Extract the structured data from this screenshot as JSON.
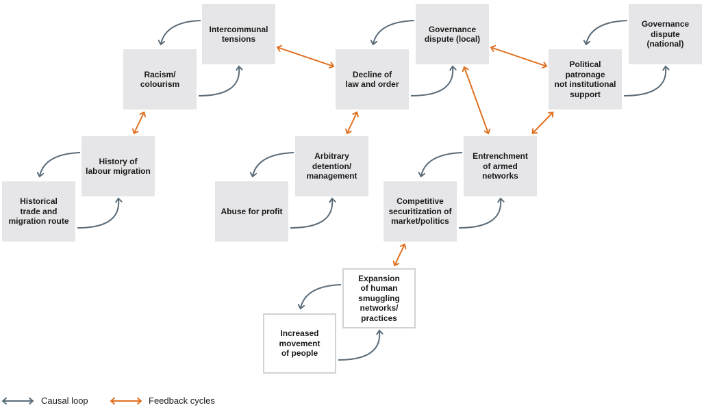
{
  "nodes": [
    {
      "id": "intercommunal",
      "label": "Intercommunal\ntensions",
      "style": "filled"
    },
    {
      "id": "racism",
      "label": "Racism/\ncolourism",
      "style": "filled"
    },
    {
      "id": "labour",
      "label": "History of\nlabour migration",
      "style": "filled"
    },
    {
      "id": "trade",
      "label": "Historical\ntrade and\nmigration route",
      "style": "filled"
    },
    {
      "id": "decline",
      "label": "Decline of\nlaw and order",
      "style": "filled"
    },
    {
      "id": "gov_local",
      "label": "Governance\ndispute (local)",
      "style": "filled"
    },
    {
      "id": "detention",
      "label": "Arbitrary\ndetention/\nmanagement",
      "style": "filled"
    },
    {
      "id": "abuse",
      "label": "Abuse for profit",
      "style": "filled"
    },
    {
      "id": "gov_national",
      "label": "Governance\ndispute\n(national)",
      "style": "filled"
    },
    {
      "id": "patronage",
      "label": "Political\npatronage\nnot institutional\nsupport",
      "style": "filled"
    },
    {
      "id": "entrenchment",
      "label": "Entrenchment\nof armed\nnetworks",
      "style": "filled"
    },
    {
      "id": "securitization",
      "label": "Competitive\nsecuritization of\nmarket/politics",
      "style": "filled"
    },
    {
      "id": "smuggling",
      "label": "Expansion\nof human\nsmuggling\nnetworks/\npractices",
      "style": "outline"
    },
    {
      "id": "movement",
      "label": "Increased\nmovement\nof people",
      "style": "outline"
    }
  ],
  "causal_loops": [
    [
      "intercommunal",
      "racism"
    ],
    [
      "labour",
      "trade"
    ],
    [
      "gov_local",
      "decline"
    ],
    [
      "detention",
      "abuse"
    ],
    [
      "gov_national",
      "patronage"
    ],
    [
      "entrenchment",
      "securitization"
    ],
    [
      "smuggling",
      "movement"
    ]
  ],
  "feedback_cycles": [
    [
      "intercommunal",
      "decline"
    ],
    [
      "racism",
      "labour"
    ],
    [
      "gov_local",
      "patronage"
    ],
    [
      "decline",
      "detention"
    ],
    [
      "gov_local",
      "entrenchment"
    ],
    [
      "patronage",
      "entrenchment"
    ],
    [
      "securitization",
      "smuggling"
    ]
  ],
  "legend": {
    "causal_loop": "Causal loop",
    "feedback_cycles": "Feedback cycles"
  },
  "colors": {
    "causal": "#5a6b78",
    "feedback": "#e07020",
    "box": "#e6e6e8"
  }
}
